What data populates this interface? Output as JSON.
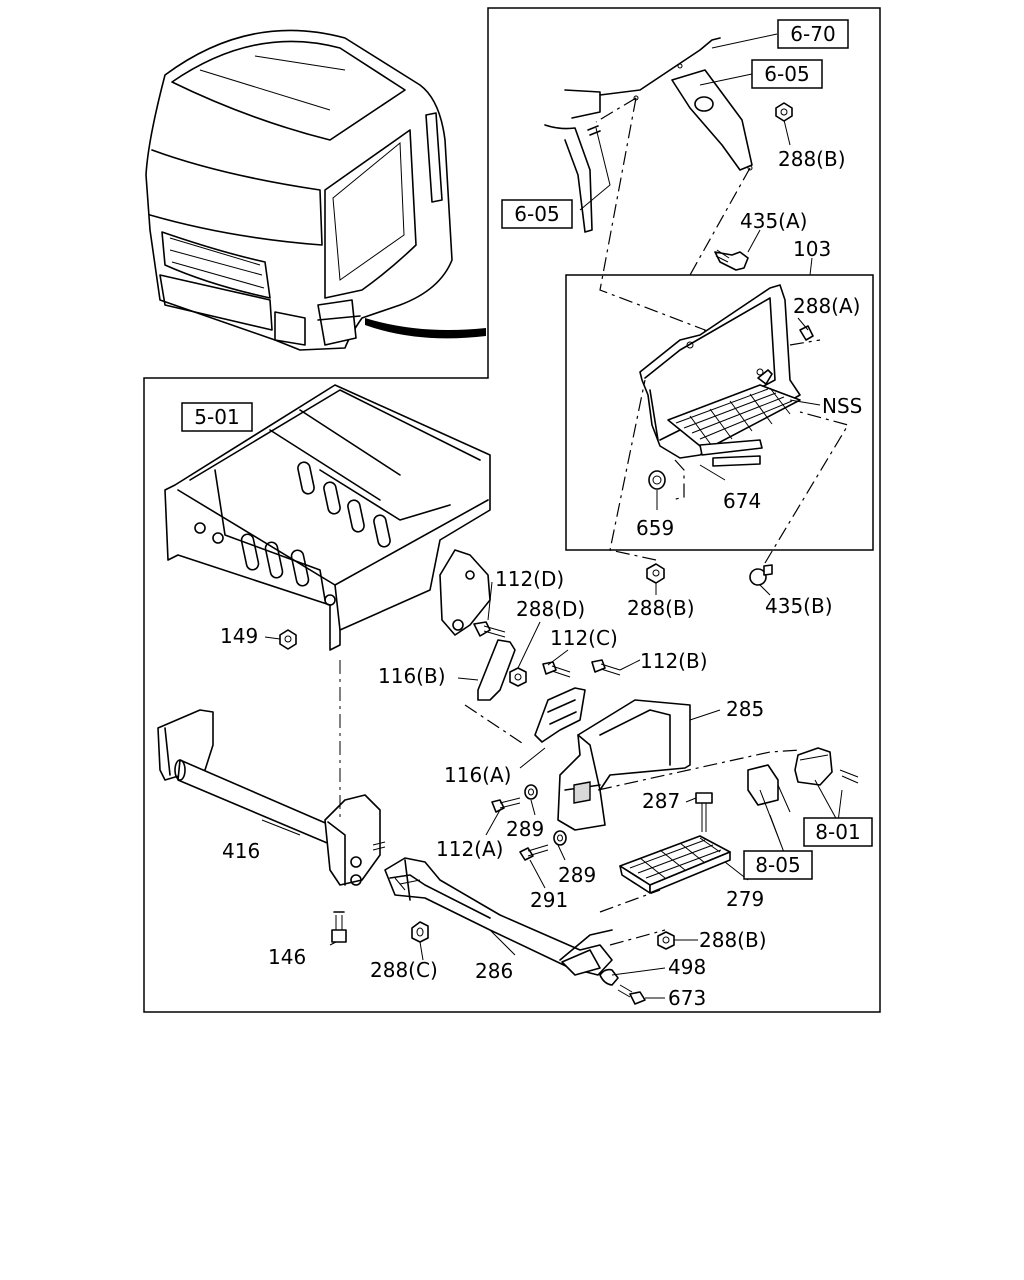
{
  "boxed_refs": {
    "r_6_70": "6-70",
    "r_6_05_top": "6-05",
    "r_6_05_left": "6-05",
    "r_5_01": "5-01",
    "r_8_01": "8-01",
    "r_8_05": "8-05"
  },
  "parts": {
    "p_288B_top": "288(B)",
    "p_435A": "435(A)",
    "p_103": "103",
    "p_288A": "288(A)",
    "p_NSS": "NSS",
    "p_674": "674",
    "p_659": "659",
    "p_288B_mid": "288(B)",
    "p_435B": "435(B)",
    "p_112D": "112(D)",
    "p_288D": "288(D)",
    "p_149": "149",
    "p_112C": "112(C)",
    "p_112B": "112(B)",
    "p_116B": "116(B)",
    "p_285": "285",
    "p_116A": "116(A)",
    "p_287": "287",
    "p_289a": "289",
    "p_112A": "112(A)",
    "p_416": "416",
    "p_289b": "289",
    "p_291": "291",
    "p_279": "279",
    "p_288B_bot": "288(B)",
    "p_146": "146",
    "p_288C": "288(C)",
    "p_286": "286",
    "p_498": "498",
    "p_673": "673"
  }
}
